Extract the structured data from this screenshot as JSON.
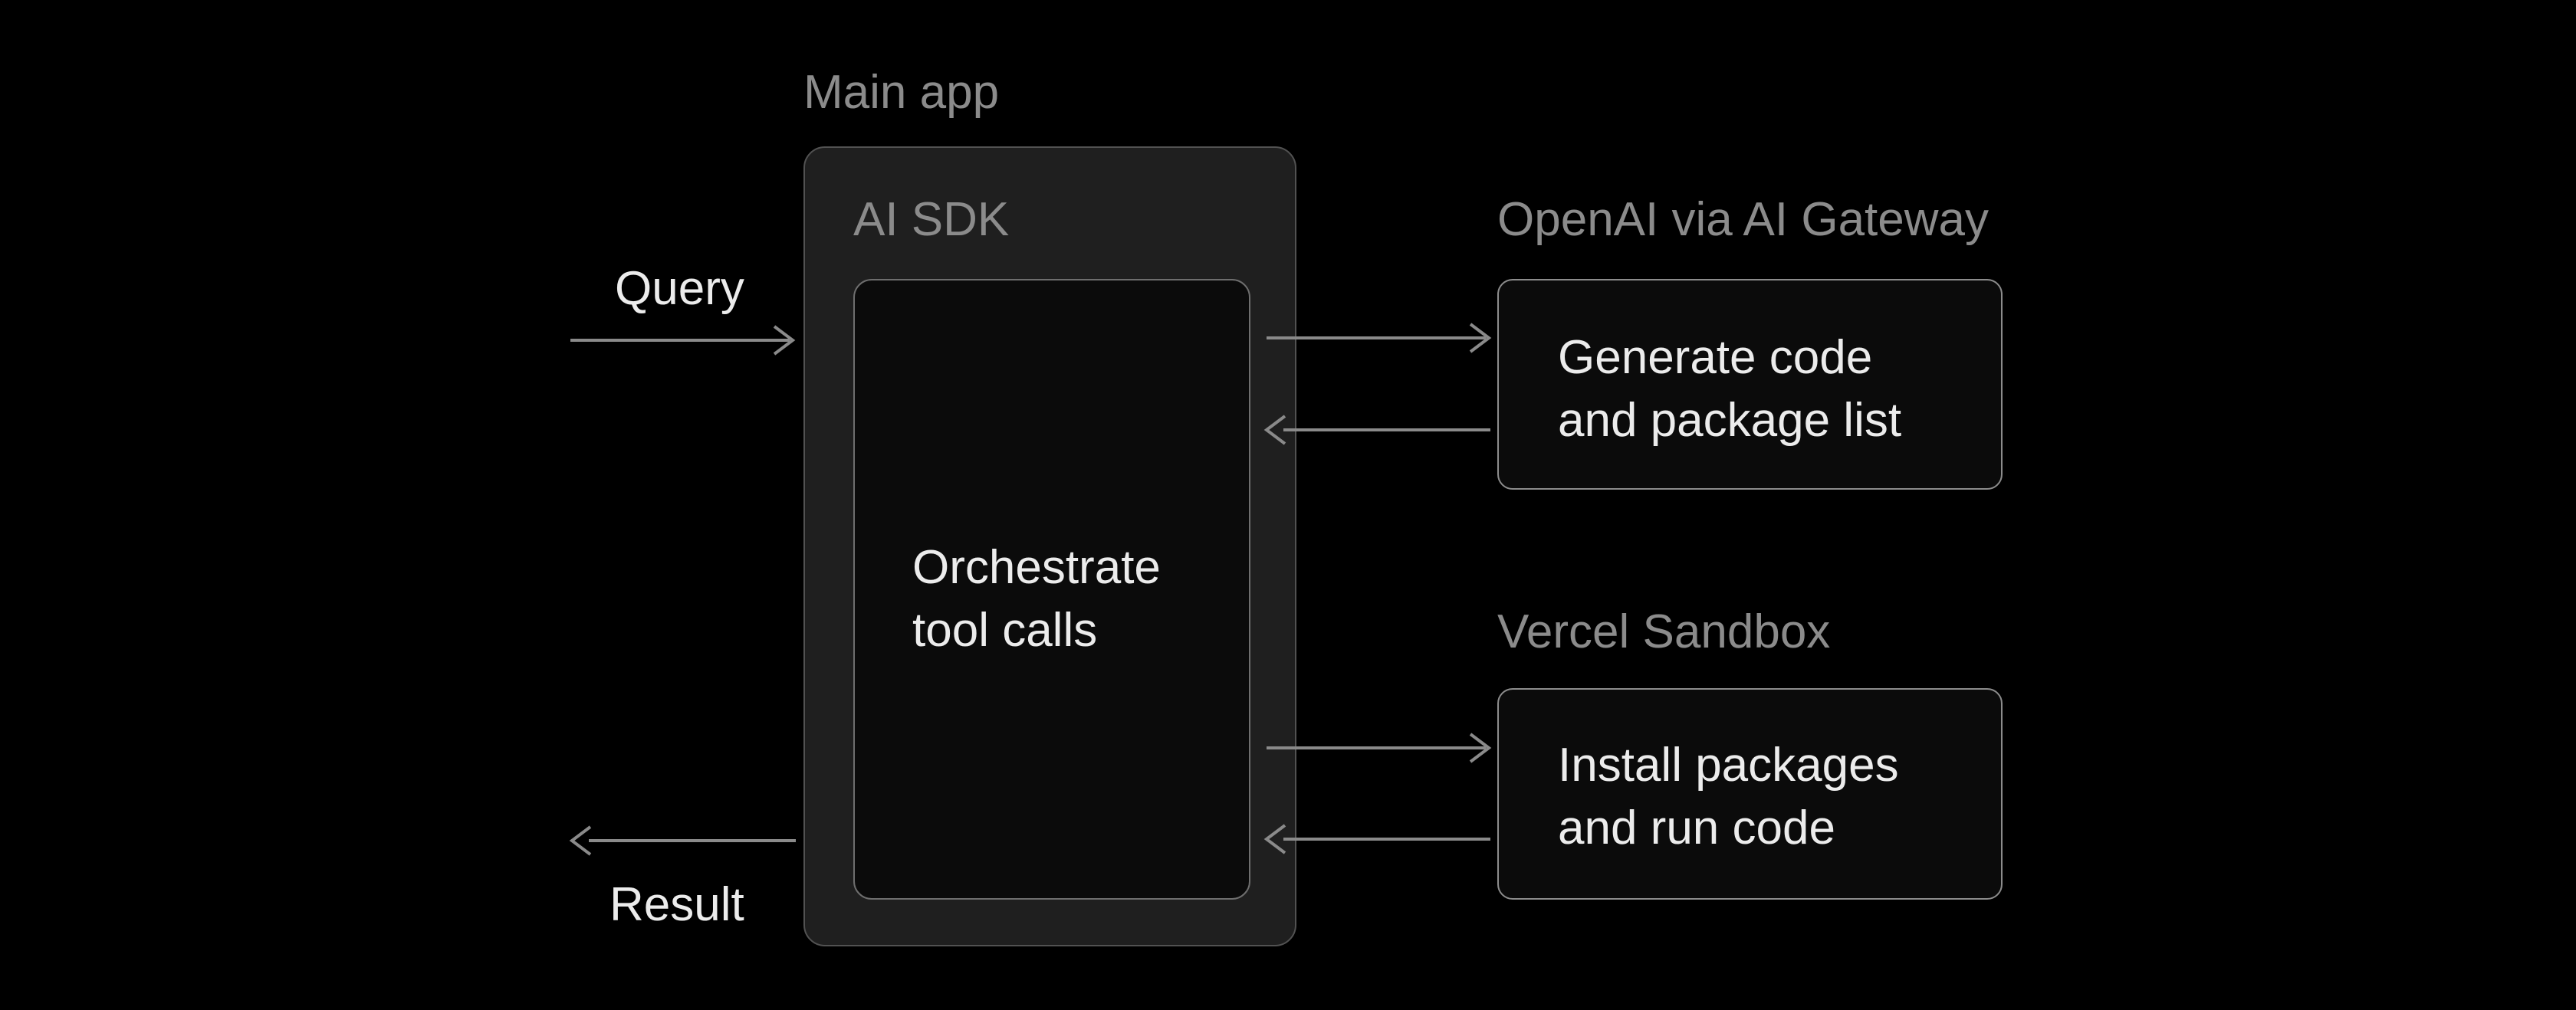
{
  "diagram": {
    "labels": {
      "main_app": "Main app",
      "ai_sdk": "AI SDK",
      "openai_gateway": "OpenAI via AI Gateway",
      "vercel_sandbox": "Vercel Sandbox",
      "query": "Query",
      "result": "Result"
    },
    "orchestrate_box": {
      "lines": [
        "Orchestrate",
        "tool calls"
      ]
    },
    "openai_box": {
      "lines": [
        "Generate code",
        "and package list"
      ]
    },
    "sandbox_box": {
      "lines": [
        "Install packages",
        "and run code"
      ]
    },
    "arrows": {
      "query_in": "right",
      "to_openai": "right",
      "from_openai": "left",
      "to_sandbox": "right",
      "from_sandbox": "left",
      "result_out": "left"
    },
    "colors": {
      "background": "#000000",
      "main_panel_fill": "#1f1f1f",
      "main_panel_border": "#525252",
      "box_fill": "#0b0b0b",
      "inner_box_border": "#6e6e6e",
      "service_box_border": "#8c8c8c",
      "label_text": "#8b8b8b",
      "body_text": "#ececec",
      "arrow": "#8a8a8a"
    }
  }
}
